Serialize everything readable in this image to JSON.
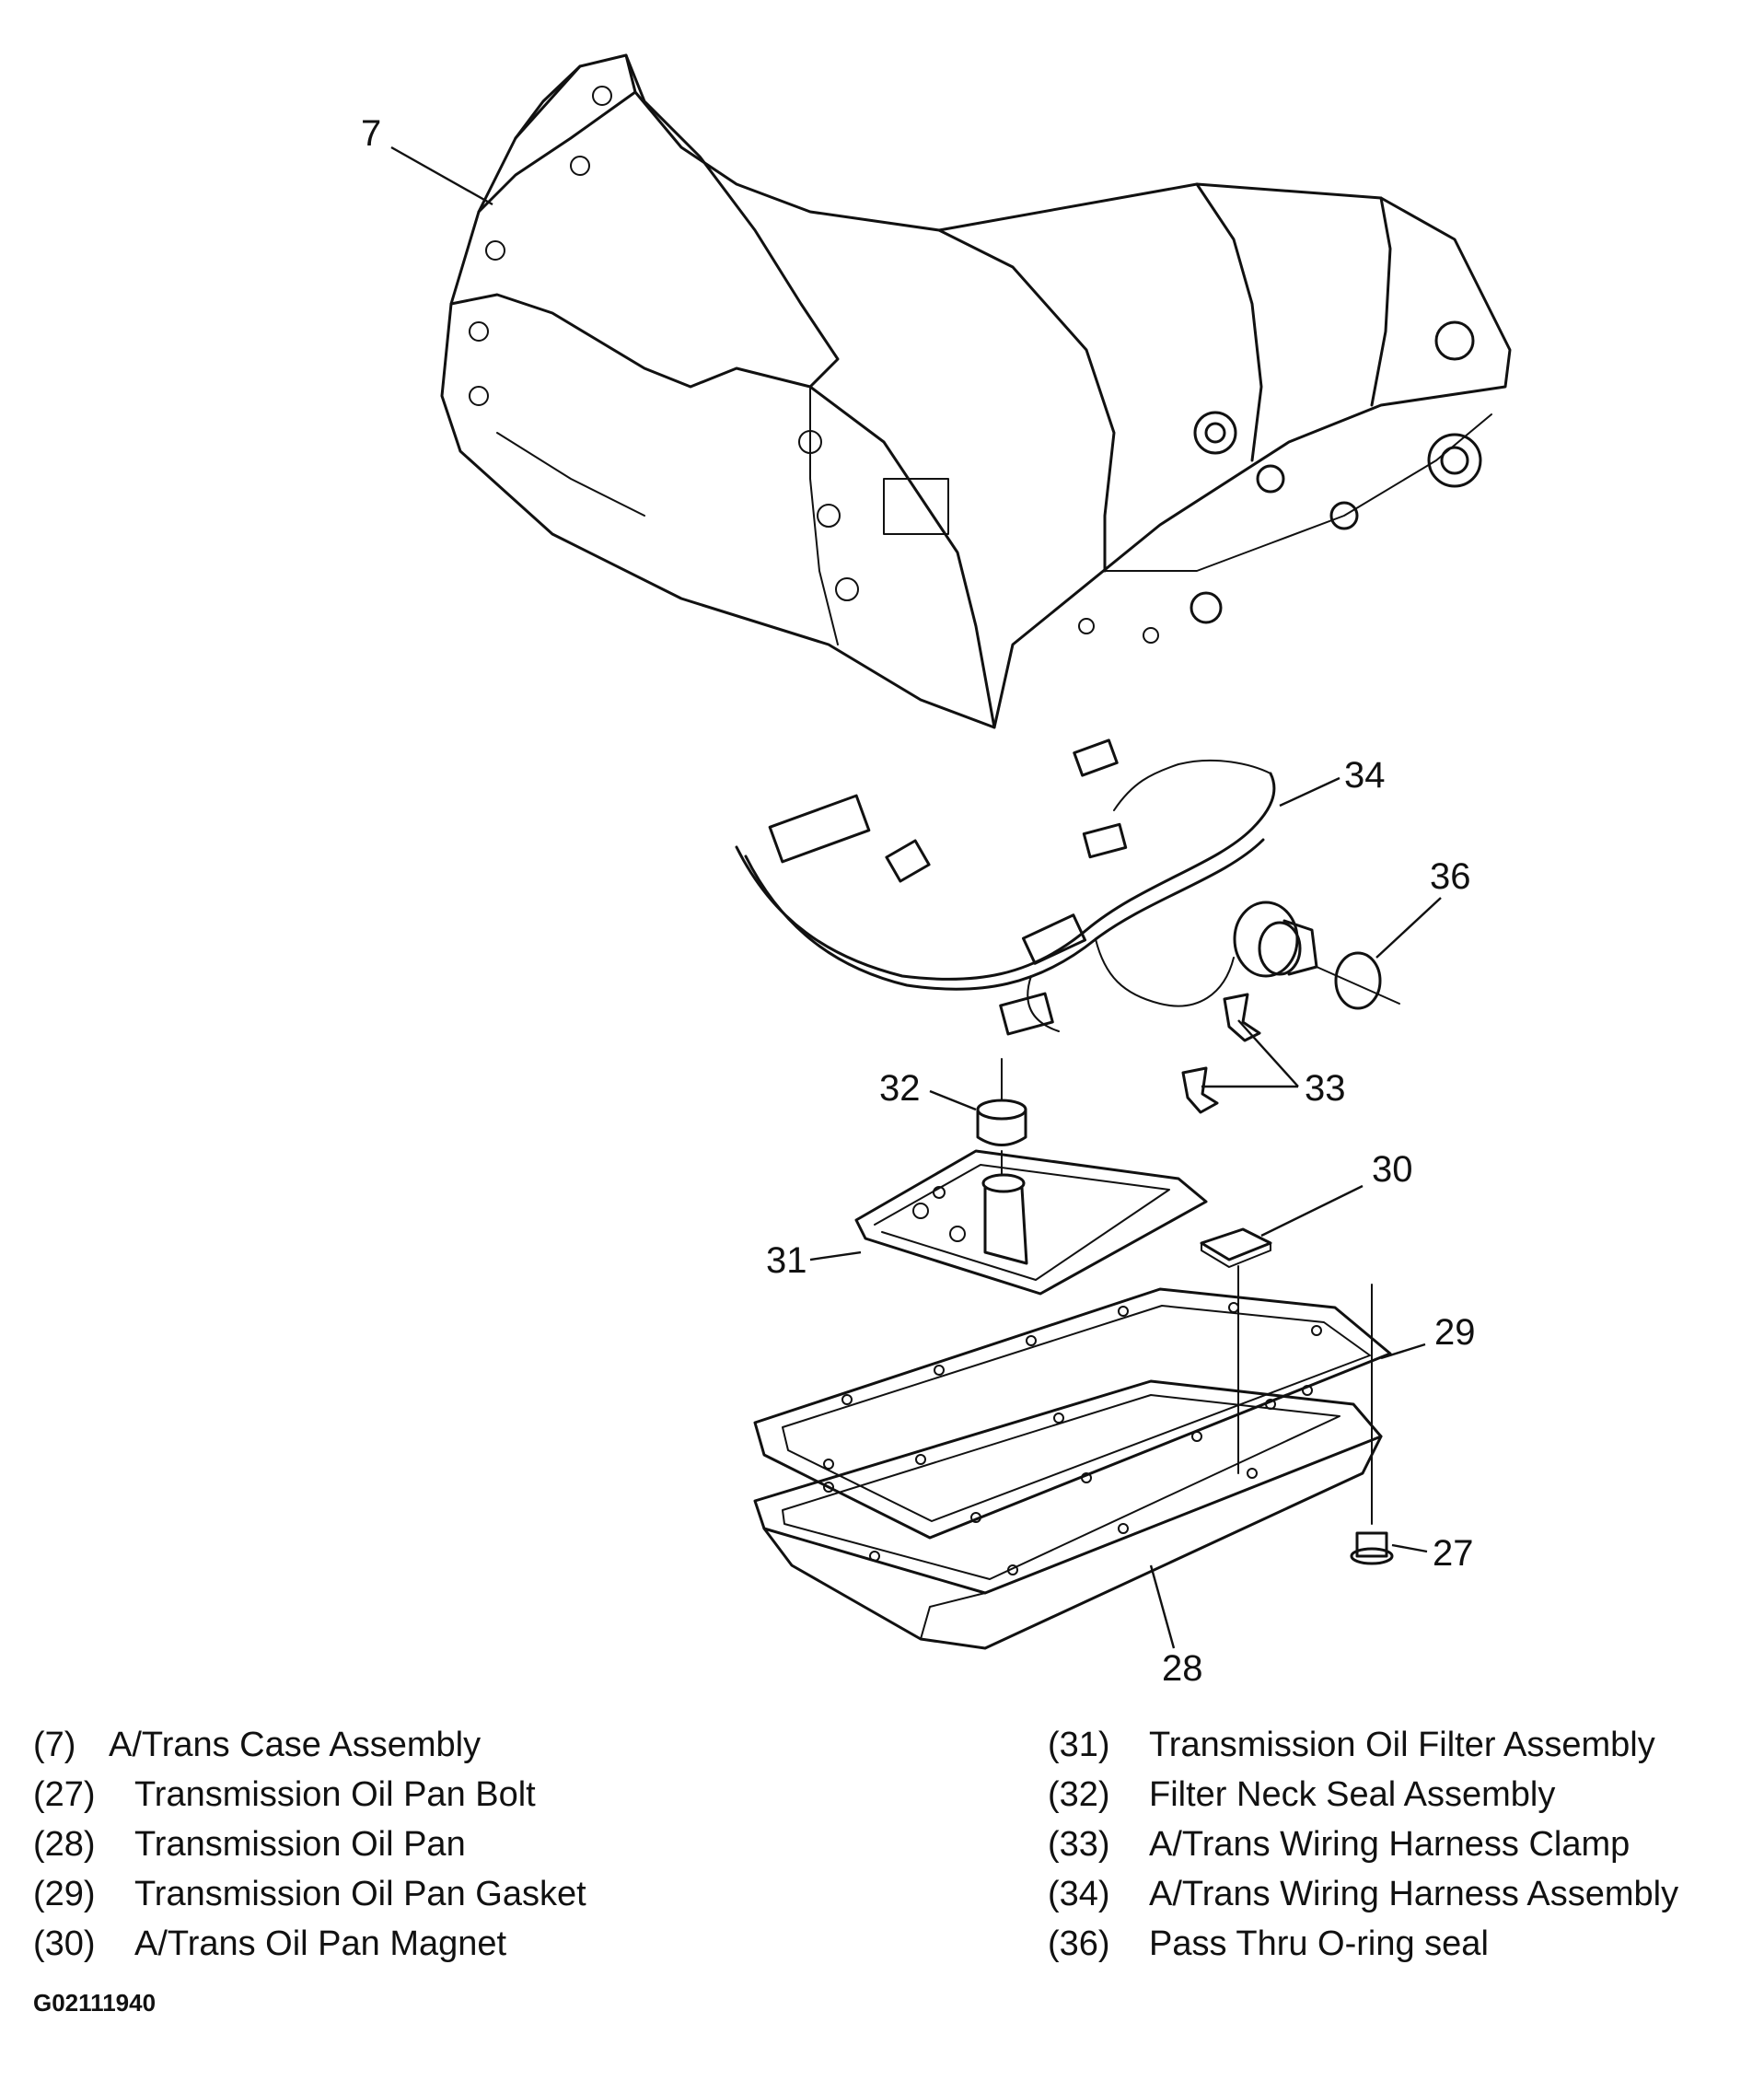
{
  "callouts": {
    "c7": "7",
    "c27": "27",
    "c28": "28",
    "c29": "29",
    "c30": "30",
    "c31": "31",
    "c32": "32",
    "c33": "33",
    "c34": "34",
    "c36": "36"
  },
  "legend": {
    "left": [
      {
        "num": "(7)",
        "label": "A/Trans Case Assembly"
      },
      {
        "num": "(27)",
        "label": "Transmission Oil Pan Bolt"
      },
      {
        "num": "(28)",
        "label": "Transmission Oil Pan"
      },
      {
        "num": "(29)",
        "label": "Transmission Oil Pan Gasket"
      },
      {
        "num": "(30)",
        "label": "A/Trans Oil Pan Magnet"
      }
    ],
    "right": [
      {
        "num": "(31)",
        "label": "Transmission Oil Filter Assembly"
      },
      {
        "num": "(32)",
        "label": "Filter Neck Seal Assembly"
      },
      {
        "num": "(33)",
        "label": "A/Trans Wiring Harness Clamp"
      },
      {
        "num": "(34)",
        "label": "A/Trans Wiring Harness Assembly"
      },
      {
        "num": "(36)",
        "label": "Pass Thru O-ring seal"
      }
    ]
  },
  "figure_id": "G02111940"
}
